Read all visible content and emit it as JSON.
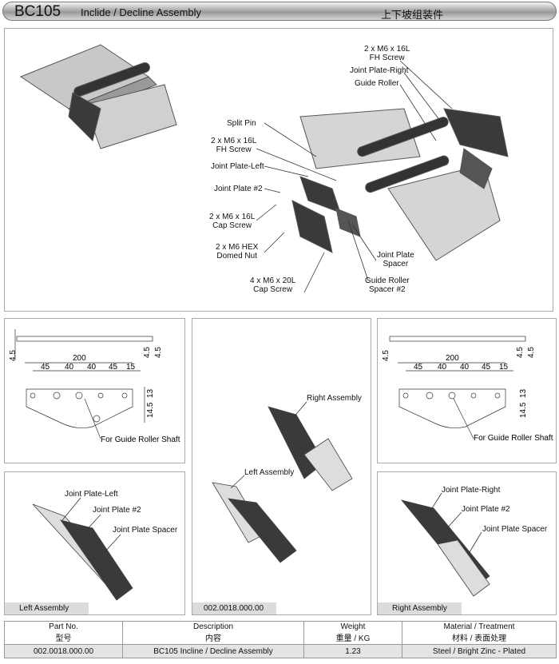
{
  "header": {
    "code": "BC105",
    "title": "Inclide / Decline Assembly",
    "title_cn": "上下坡组装件"
  },
  "exploded": {
    "labels": [
      {
        "l1": "2 x M6 x 16L",
        "l2": "FH Screw"
      },
      {
        "l1": "Joint Plate-Right"
      },
      {
        "l1": "Guide Roller"
      },
      {
        "l1": "Split Pin"
      },
      {
        "l1": "2 x M6 x 16L",
        "l2": "FH Screw"
      },
      {
        "l1": "Joint Plate-Left"
      },
      {
        "l1": "Joint Plate #2"
      },
      {
        "l1": "2 x M6 x 16L",
        "l2": "Cap Screw"
      },
      {
        "l1": "2 x M6 HEX",
        "l2": "Domed Nut"
      },
      {
        "l1": "4 x M6 x 20L",
        "l2": "Cap Screw"
      },
      {
        "l1": "Joint Plate",
        "l2": "Spacer"
      },
      {
        "l1": "Guide Roller",
        "l2": "Spacer #2"
      }
    ]
  },
  "dimensions": {
    "t1": "4.5",
    "t2": "4.5",
    "t3": "4.5",
    "overall": "200",
    "d1": "45",
    "d2": "40",
    "d3": "40",
    "d4": "45",
    "d5": "15",
    "h1": "13",
    "h2": "14.5",
    "note": "For Guide Roller Shaft"
  },
  "center": {
    "right_label": "Right Assembly",
    "left_label": "Left Assembly",
    "caption": "002.0018.000.00"
  },
  "left_view": {
    "caption": "Left Assembly",
    "labels": [
      "Joint Plate-Left",
      "Joint Plate #2",
      "Joint Plate Spacer"
    ]
  },
  "right_view": {
    "caption": "Right Assembly",
    "labels": [
      "Joint Plate-Right",
      "Joint Plate #2",
      "Joint Plate Spacer"
    ]
  },
  "table": {
    "headers": [
      {
        "en": "Part No.",
        "cn": "型号"
      },
      {
        "en": "Description",
        "cn": "内容"
      },
      {
        "en": "Weight",
        "cn": "重量 / KG"
      },
      {
        "en": "Material / Treatment",
        "cn": "材料 / 表面处理"
      }
    ],
    "rows": [
      [
        "002.0018.000.00",
        "BC105 Incline / Decline Assembly",
        "1.23",
        "Steel / Bright Zinc - Plated"
      ]
    ]
  }
}
